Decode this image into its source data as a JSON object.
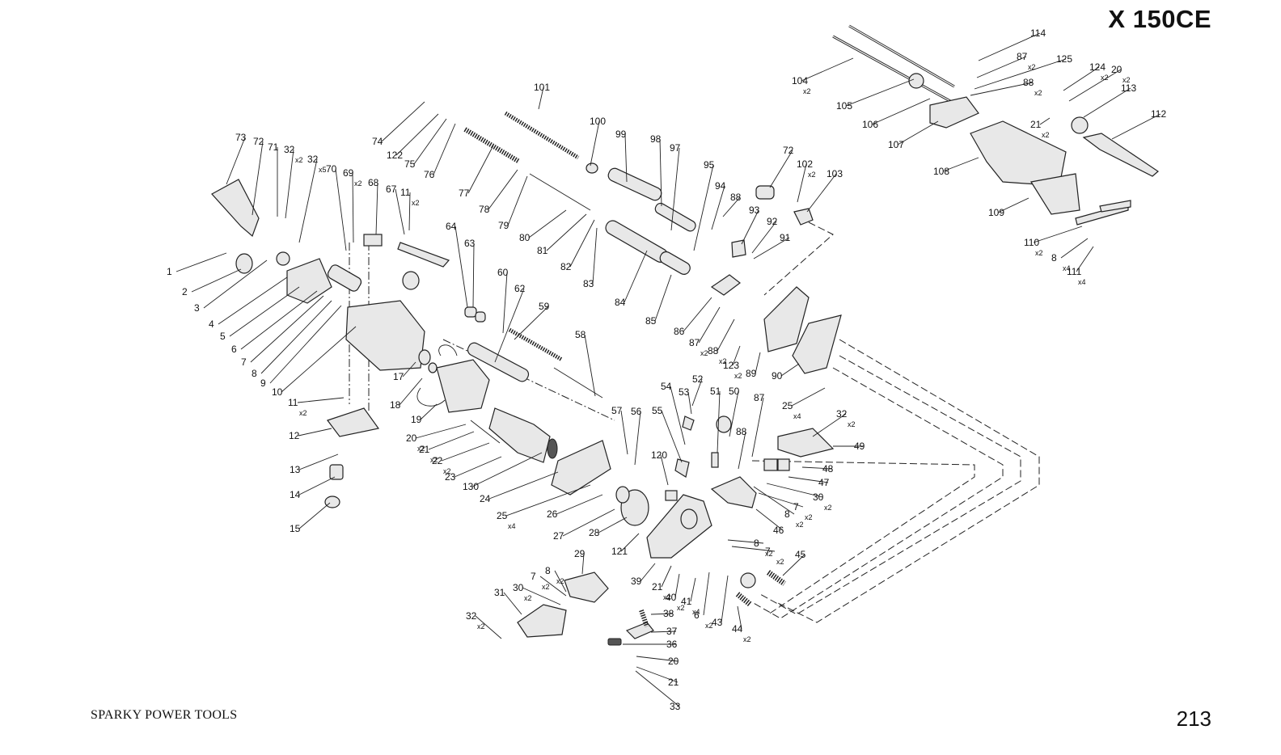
{
  "header": {
    "model": "X 150CE"
  },
  "footer": {
    "brand": "SPARKY POWER TOOLS",
    "page": "213"
  },
  "diagram": {
    "labels": [
      {
        "text": "1"
      },
      {
        "text": "2"
      },
      {
        "text": "3"
      },
      {
        "text": "4"
      },
      {
        "text": "5"
      },
      {
        "text": "6"
      },
      {
        "text": "7"
      },
      {
        "text": "8"
      },
      {
        "text": "9"
      },
      {
        "text": "10"
      },
      {
        "text": "11",
        "qty": "x2"
      },
      {
        "text": "12"
      },
      {
        "text": "13"
      },
      {
        "text": "14"
      },
      {
        "text": "15"
      },
      {
        "text": "17"
      },
      {
        "text": "18"
      },
      {
        "text": "19"
      },
      {
        "text": "20",
        "qty": "x2"
      },
      {
        "text": "21",
        "qty": "x2"
      },
      {
        "text": "22",
        "qty": "x2"
      },
      {
        "text": "23"
      },
      {
        "text": "130"
      },
      {
        "text": "24"
      },
      {
        "text": "25",
        "qty": "x4"
      },
      {
        "text": "26"
      },
      {
        "text": "27"
      },
      {
        "text": "28"
      },
      {
        "text": "29"
      },
      {
        "text": "8",
        "qty": "x2"
      },
      {
        "text": "7",
        "qty": "x2"
      },
      {
        "text": "30",
        "qty": "x2"
      },
      {
        "text": "31"
      },
      {
        "text": "32",
        "qty": "x2"
      },
      {
        "text": "38"
      },
      {
        "text": "37"
      },
      {
        "text": "36"
      },
      {
        "text": "20"
      },
      {
        "text": "21"
      },
      {
        "text": "33"
      },
      {
        "text": "121"
      },
      {
        "text": "39"
      },
      {
        "text": "21",
        "qty": "x2"
      },
      {
        "text": "40",
        "qty": "x2"
      },
      {
        "text": "41",
        "qty": "x4"
      },
      {
        "text": "6",
        "qty": "x2"
      },
      {
        "text": "43"
      },
      {
        "text": "44",
        "qty": "x2"
      },
      {
        "text": "45"
      },
      {
        "text": "8",
        "qty": "x2"
      },
      {
        "text": "7",
        "qty": "x2"
      },
      {
        "text": "46"
      },
      {
        "text": "7",
        "qty": "x2"
      },
      {
        "text": "8",
        "qty": "x2"
      },
      {
        "text": "30",
        "qty": "x2"
      },
      {
        "text": "47"
      },
      {
        "text": "48"
      },
      {
        "text": "49"
      },
      {
        "text": "32",
        "qty": "x2"
      },
      {
        "text": "25",
        "qty": "x4"
      },
      {
        "text": "120"
      },
      {
        "text": "55"
      },
      {
        "text": "54"
      },
      {
        "text": "53"
      },
      {
        "text": "52"
      },
      {
        "text": "51"
      },
      {
        "text": "50"
      },
      {
        "text": "88"
      },
      {
        "text": "87"
      },
      {
        "text": "57"
      },
      {
        "text": "56"
      },
      {
        "text": "58"
      },
      {
        "text": "59"
      },
      {
        "text": "60"
      },
      {
        "text": "62"
      },
      {
        "text": "63"
      },
      {
        "text": "64"
      },
      {
        "text": "73"
      },
      {
        "text": "72"
      },
      {
        "text": "71"
      },
      {
        "text": "32",
        "qty": "x2"
      },
      {
        "text": "32",
        "qty": "x5"
      },
      {
        "text": "70"
      },
      {
        "text": "69",
        "qty": "x2"
      },
      {
        "text": "68"
      },
      {
        "text": "67"
      },
      {
        "text": "11",
        "qty": "x2"
      },
      {
        "text": "74"
      },
      {
        "text": "122"
      },
      {
        "text": "75"
      },
      {
        "text": "76"
      },
      {
        "text": "77"
      },
      {
        "text": "78"
      },
      {
        "text": "79"
      },
      {
        "text": "80"
      },
      {
        "text": "81"
      },
      {
        "text": "82"
      },
      {
        "text": "83"
      },
      {
        "text": "84"
      },
      {
        "text": "85"
      },
      {
        "text": "101"
      },
      {
        "text": "100"
      },
      {
        "text": "99"
      },
      {
        "text": "98"
      },
      {
        "text": "97"
      },
      {
        "text": "95"
      },
      {
        "text": "94"
      },
      {
        "text": "88"
      },
      {
        "text": "93"
      },
      {
        "text": "92"
      },
      {
        "text": "91"
      },
      {
        "text": "72"
      },
      {
        "text": "102",
        "qty": "x2"
      },
      {
        "text": "103"
      },
      {
        "text": "86"
      },
      {
        "text": "87",
        "qty": "x2"
      },
      {
        "text": "88",
        "qty": "x2"
      },
      {
        "text": "123",
        "qty": "x2"
      },
      {
        "text": "89"
      },
      {
        "text": "90"
      },
      {
        "text": "104",
        "qty": "x2"
      },
      {
        "text": "105"
      },
      {
        "text": "106"
      },
      {
        "text": "107"
      },
      {
        "text": "114"
      },
      {
        "text": "87",
        "qty": "x2"
      },
      {
        "text": "125"
      },
      {
        "text": "88",
        "qty": "x2"
      },
      {
        "text": "124",
        "qty": "x2"
      },
      {
        "text": "20",
        "qty": "x2"
      },
      {
        "text": "113"
      },
      {
        "text": "21",
        "qty": "x2"
      },
      {
        "text": "112"
      },
      {
        "text": "108"
      },
      {
        "text": "109"
      },
      {
        "text": "110",
        "qty": "x2"
      },
      {
        "text": "8",
        "qty": "x4"
      },
      {
        "text": "111",
        "qty": "x4"
      }
    ]
  }
}
